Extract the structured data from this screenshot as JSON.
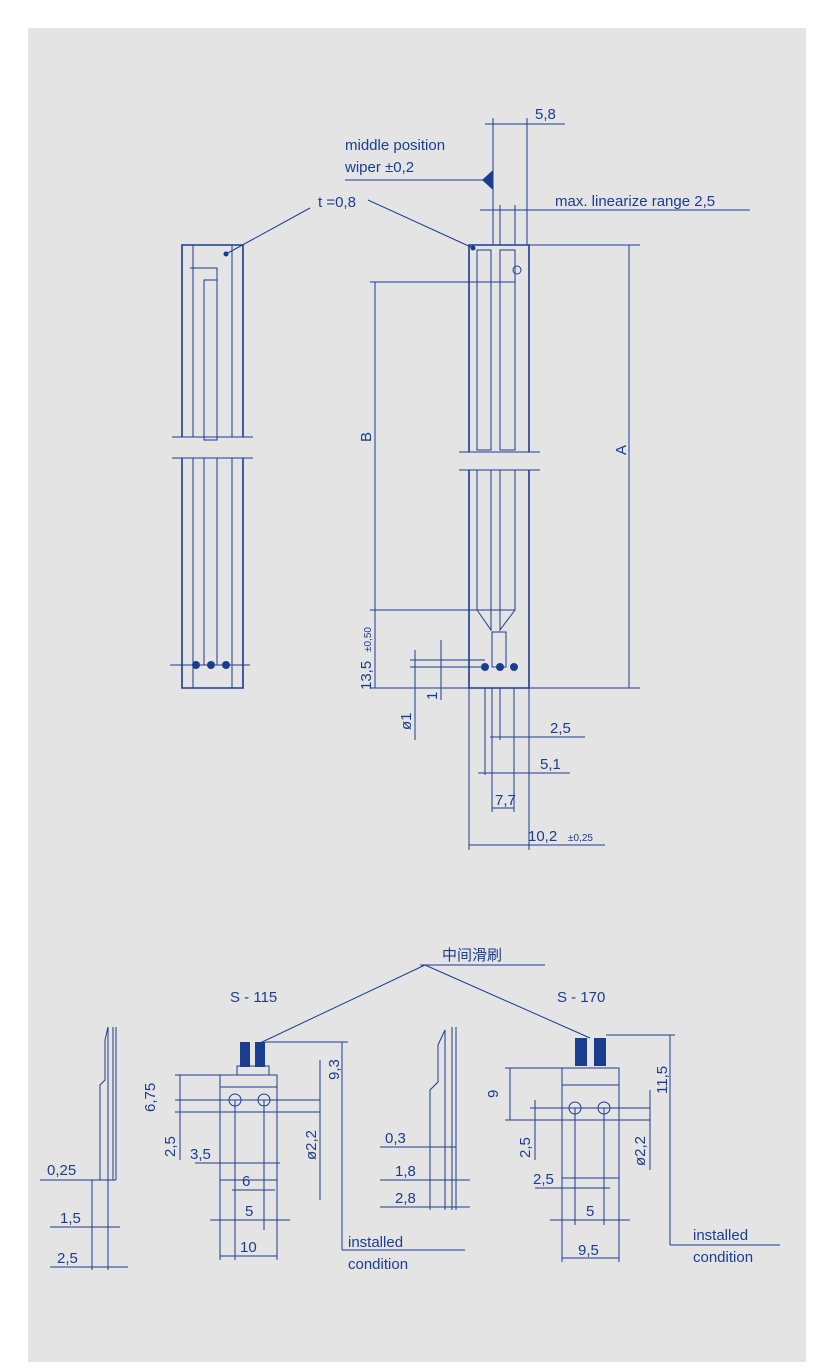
{
  "top_view": {
    "dim_5_8": "5,8",
    "middle_position_line1": "middle position",
    "middle_position_line2": "wiper ±0,2",
    "thickness": "t =0,8",
    "max_linearize": "max. linearize range 2,5",
    "dim_A": "A",
    "dim_B": "B",
    "dim_13_5": "13,5",
    "dim_13_5_tol": "±0,50",
    "dim_phi1": "ø1",
    "dim_1": "1",
    "dim_2_5": "2,5",
    "dim_5_1": "5,1",
    "dim_7_7": "7,7",
    "dim_10_2": "10,2",
    "dim_10_2_tol": "±0,25"
  },
  "bottom_view": {
    "middle_wiper_cn": "中间滑刷",
    "s115": {
      "title": "S - 115",
      "d_0_25": "0,25",
      "d_1_5": "1,5",
      "d_2_5a": "2,5",
      "d_6_75": "6,75",
      "d_2_5b": "2,5",
      "d_3_5": "3,5",
      "d_6": "6",
      "d_5": "5",
      "d_10": "10",
      "d_9_3": "9,3",
      "d_phi2_2": "ø2,2",
      "installed_1": "installed",
      "installed_2": "condition"
    },
    "s170": {
      "title": "S - 170",
      "d_0_3": "0,3",
      "d_1_8": "1,8",
      "d_2_8": "2,8",
      "d_9": "9",
      "d_2_5a": "2,5",
      "d_2_5b": "2,5",
      "d_5": "5",
      "d_9_5": "9,5",
      "d_11_5": "11,5",
      "d_phi2_2": "ø2,2",
      "installed_1": "installed",
      "installed_2": "condition"
    }
  },
  "colors": {
    "line": "#1b3d8f",
    "panel": "#e4e4e4"
  }
}
